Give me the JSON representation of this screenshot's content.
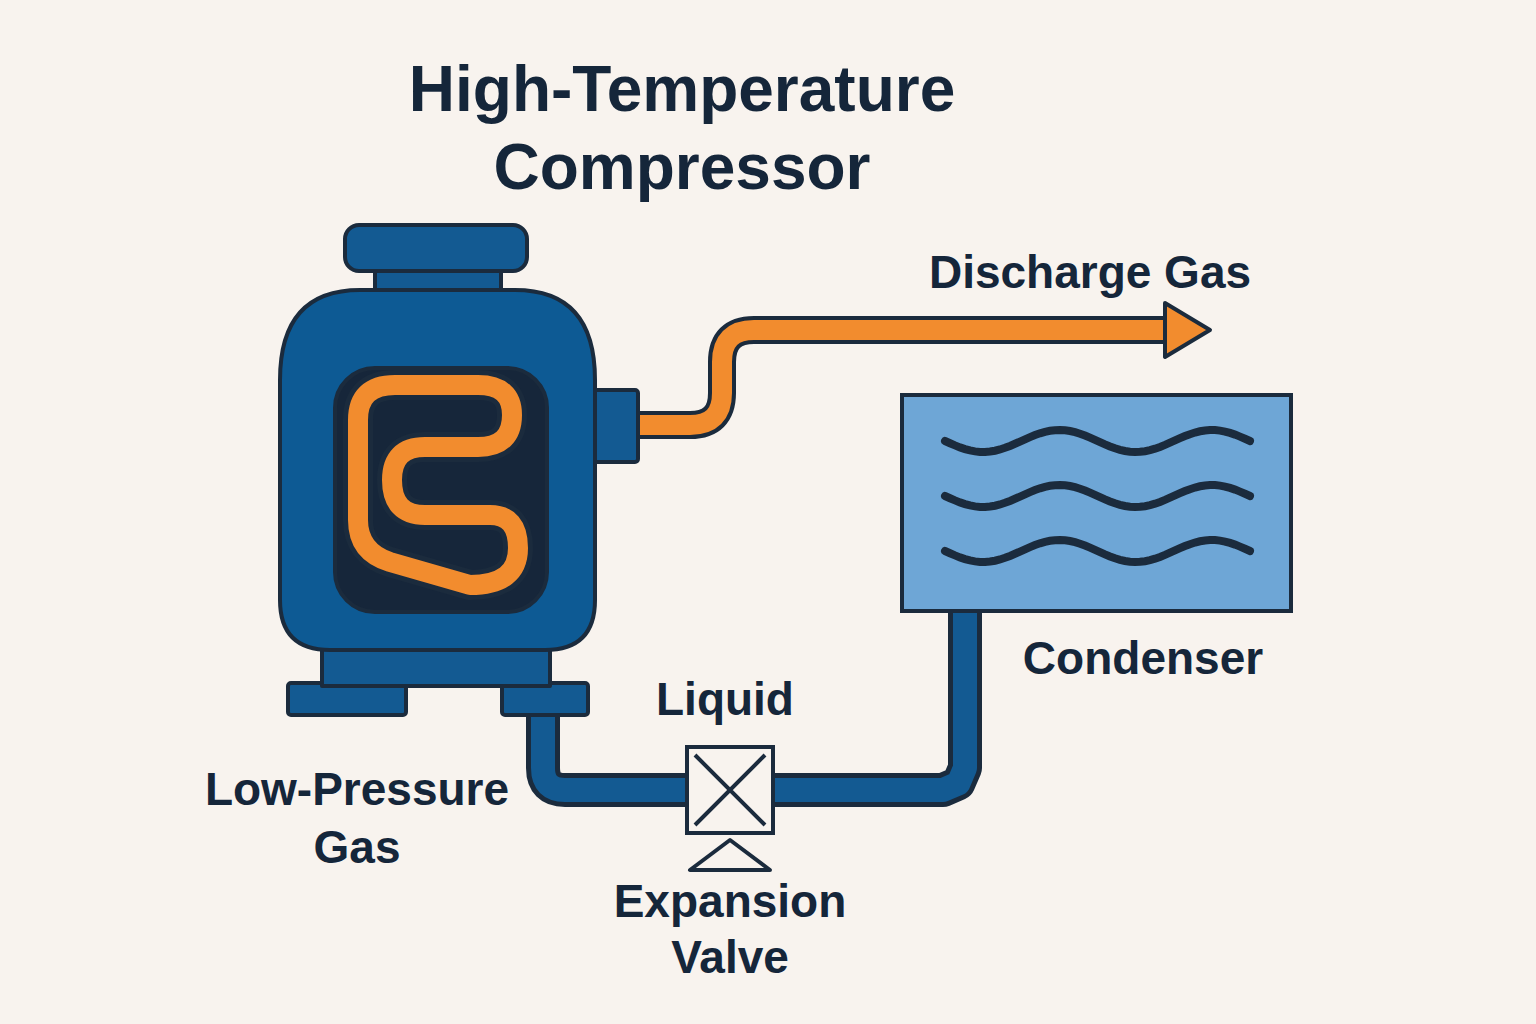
{
  "diagram": {
    "title": "High-Temperature Compressor",
    "nodes": [
      {
        "text": [
          "Condenser"
        ]
      },
      {
        "text": [
          "Expansion Valve"
        ]
      }
    ],
    "edges": [
      {
        "from": 0,
        "to": 1,
        "arrow": "none"
      }
    ],
    "labels": [
      "Discharge Gas",
      "Liquid",
      "Low-Pressure Gas"
    ]
  }
}
